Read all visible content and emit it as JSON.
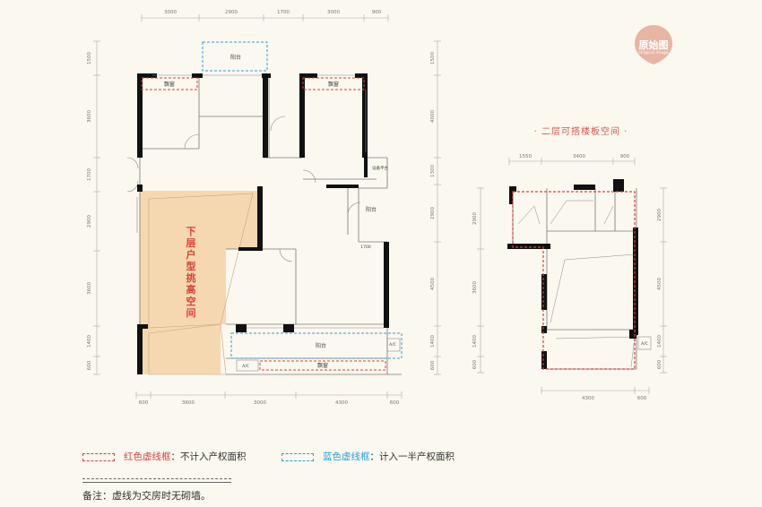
{
  "badge": {
    "main": "原始图",
    "sub": "Original image"
  },
  "second_floor_title": "二层可搭楼板空间",
  "rooms": {
    "balcony_top": "阳台",
    "bay_window": "飘窗",
    "equipment_platform": "设备平台",
    "balcony_right": "阳台",
    "balcony_bottom": "阳台",
    "ac": "A/C",
    "double_height_label": "下层户型挑高空间"
  },
  "dims": {
    "top": [
      "3000",
      "2900",
      "1700",
      "3000",
      "900"
    ],
    "bottom": [
      "600",
      "3600",
      "3000",
      "4300",
      "600"
    ],
    "left": [
      "1500",
      "3600",
      "1700",
      "2900",
      "3600",
      "1400",
      "600"
    ],
    "right": [
      "1500",
      "4000",
      "1300",
      "2900",
      "4500",
      "1400",
      "600"
    ],
    "inner": "1700",
    "upper_top": [
      "1550",
      "3400",
      "900"
    ],
    "upper_left": [
      "2900",
      "3600",
      "1400",
      "600"
    ],
    "upper_right": [
      "2900",
      "4500",
      "1400",
      "600"
    ],
    "upper_bottom": [
      "4300",
      "600"
    ]
  },
  "legend": {
    "red_label": "红色虚线框",
    "red_desc": "：不计入产权面积",
    "blue_label": "蓝色虚线框",
    "blue_desc": "：计入一半产权面积"
  },
  "note": "备注：虚线为交房时无砌墙。",
  "colors": {
    "red": "#d9413c",
    "blue": "#2a9fd8",
    "wall": "#111111",
    "double_height": "#f5d4a8",
    "badge": "#e8b4a4"
  }
}
